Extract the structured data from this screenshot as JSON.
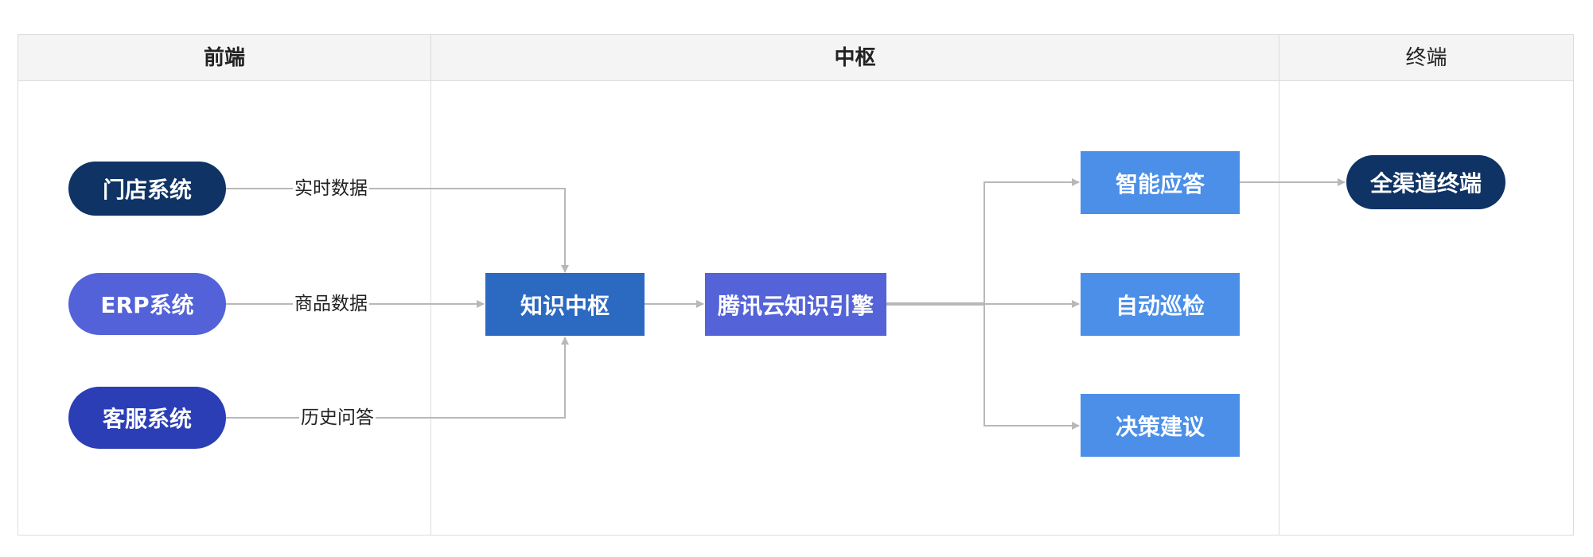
{
  "lanes": {
    "front": "前端",
    "hub": "中枢",
    "terminal": "终端"
  },
  "nodes": {
    "store_system": "门店系统",
    "erp_system": "ERP系统",
    "cs_system": "客服系统",
    "knowledge_hub": "知识中枢",
    "tencent_engine": "腾讯云知识引擎",
    "smart_reply": "智能应答",
    "auto_inspect": "自动巡检",
    "decision_advice": "决策建议",
    "omnichannel": "全渠道终端"
  },
  "edge_labels": {
    "realtime": "实时数据",
    "product": "商品数据",
    "history": "历史问答"
  },
  "colors": {
    "navy": "#0f3364",
    "indigo": "#5362d8",
    "royal": "#2b3eb6",
    "hub_blue": "#2c6ac2",
    "engine_purple": "#5463d8",
    "output_blue": "#4b8fe8",
    "connector": "#b8b8b8",
    "header_bg": "#f3f4f3",
    "border": "#dcdcdc"
  }
}
